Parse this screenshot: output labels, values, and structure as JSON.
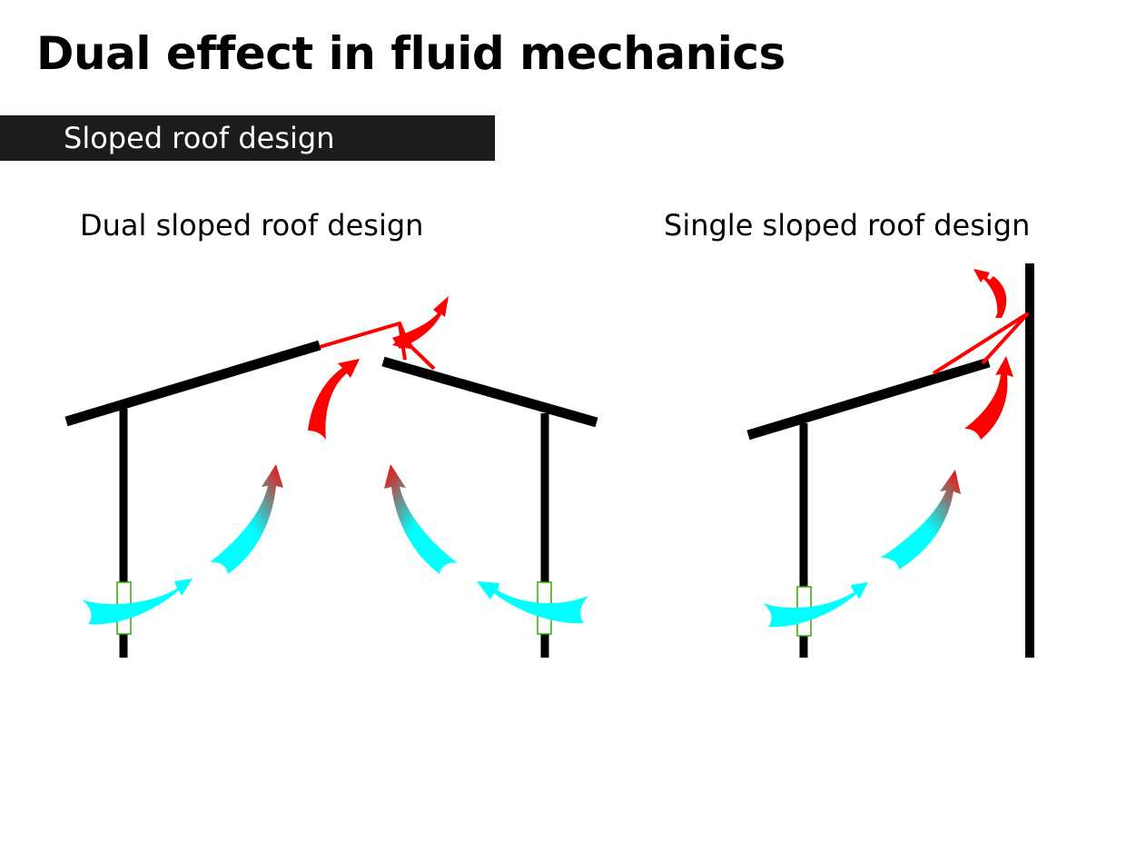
{
  "header": {
    "title": "Dual effect in fluid mechanics"
  },
  "section": {
    "label": "Sloped roof design"
  },
  "diagrams": {
    "dual": {
      "caption": "Dual sloped roof design"
    },
    "single": {
      "caption": "Single sloped roof design"
    }
  },
  "colors": {
    "structure": "#000000",
    "hot_air": "#ff0000",
    "cool_air": "#00ffff",
    "gradient_mid": "#888888",
    "opening": "#33aa00",
    "section_bar": "#1c1c1c",
    "section_text": "#ffffff"
  }
}
